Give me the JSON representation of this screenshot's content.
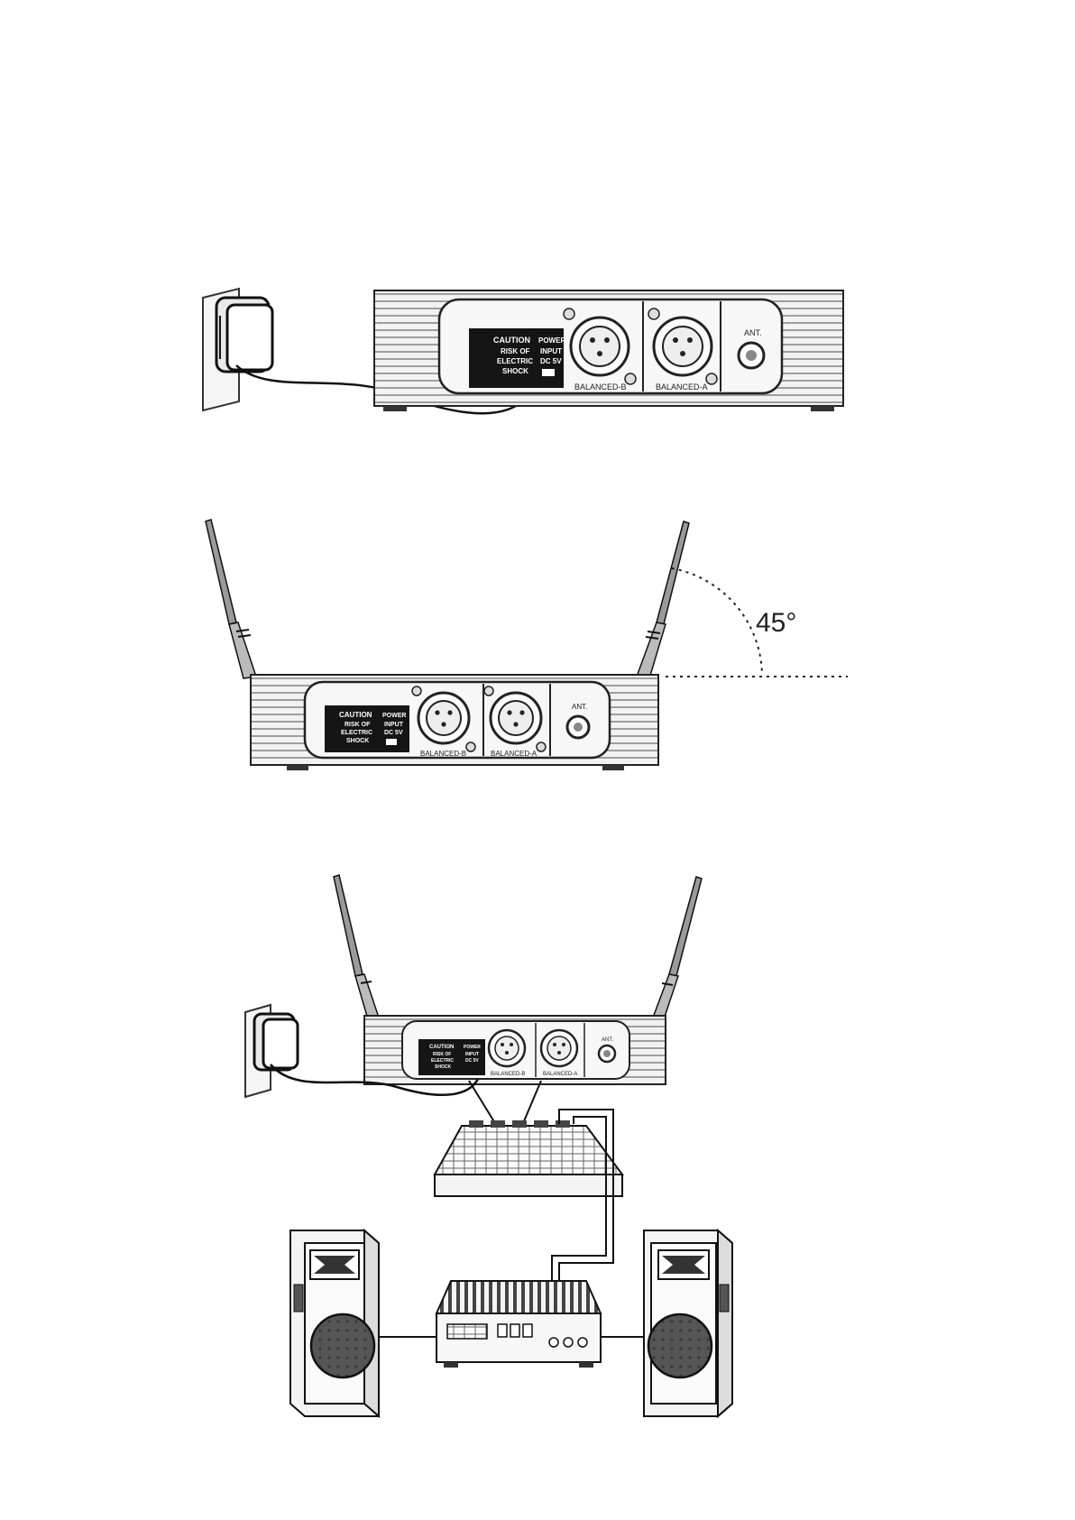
{
  "receiver": {
    "caution_title": "CAUTION",
    "caution_line1": "RISK OF",
    "caution_line2": "ELECTRIC",
    "caution_line3": "SHOCK",
    "power_line1": "POWER",
    "power_line2": "INPUT",
    "power_line3": "DC 5V",
    "balanced_b": "BALANCED-B",
    "balanced_a": "BALANCED-A",
    "ant": "ANT."
  },
  "antenna_angle": {
    "label": "45°",
    "degrees": 45
  }
}
